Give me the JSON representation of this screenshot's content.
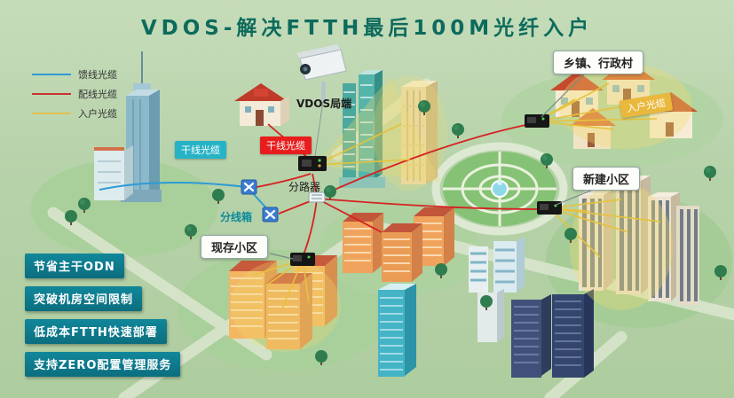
{
  "title": "VDOS-解决FTTH最后100M光纤入户",
  "legend": {
    "items": [
      {
        "label": "馈线光缆",
        "color": "#2e9bd6"
      },
      {
        "label": "配线光缆",
        "color": "#c83232"
      },
      {
        "label": "入户光缆",
        "color": "#dfc050"
      }
    ]
  },
  "labels": {
    "trunk_feeder": "干线光缆",
    "trunk_distribution": "干线光缆",
    "vdos_office": "VDOS局端",
    "splitter": "分路器",
    "distribution_box": "分线箱",
    "drop_cable": "入户光缆"
  },
  "callouts": {
    "township": "乡镇、行政村",
    "new_area": "新建小区",
    "existing_area": "现存小区"
  },
  "features": [
    "节省主干ODN",
    "突破机房空间限制",
    "低成本FTTH快速部署",
    "支持ZERO配置管理服务"
  ],
  "colors": {
    "background": "#b9d5ae",
    "title": "#0c6b5c",
    "feeder_line": "#2e9bd6",
    "distribution_line": "#d62222",
    "drop_line": "#e6c23c",
    "feature_box": "#0e7a8a",
    "trunk_feeder_label_bg": "#27b3c6",
    "trunk_distribution_label_bg": "#e81e1e",
    "drop_label_bg": "#e9b83c"
  }
}
